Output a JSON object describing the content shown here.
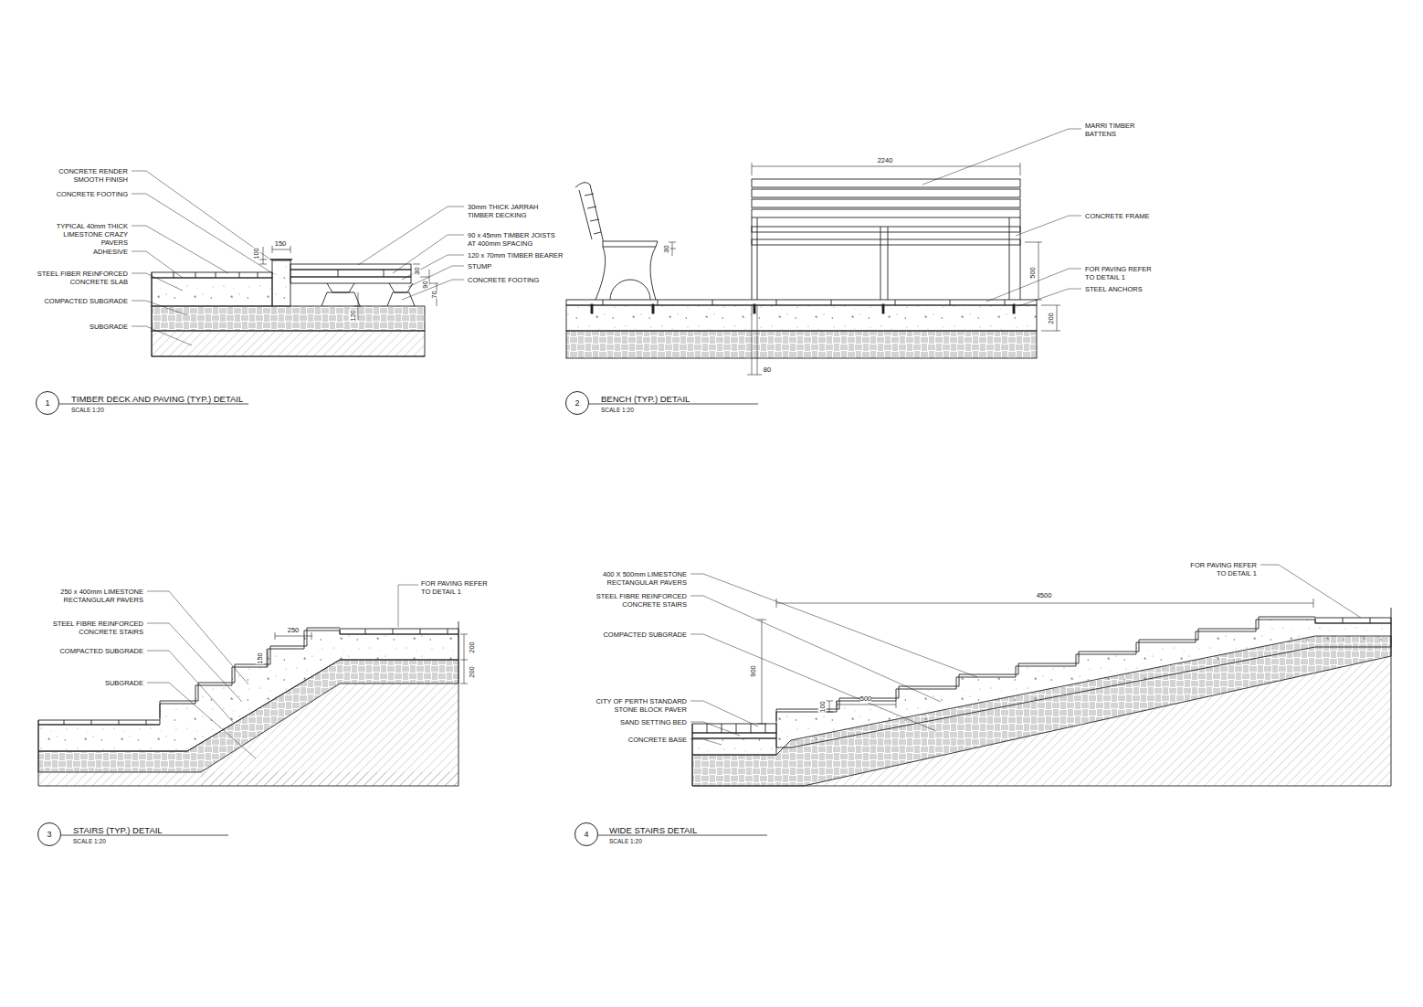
{
  "diagram": {
    "nodes": [
      {
        "text": [
          "1"
        ]
      },
      {
        "text": [
          "2"
        ]
      },
      {
        "text": [
          "3"
        ]
      },
      {
        "text": [
          "4"
        ]
      }
    ],
    "labels": [
      "CONCRETE RENDER SMOOTH FINISH",
      "CONCRETE FOOTING",
      "TYPICAL 40mm THICK LIMESTONE CRAZY PAVERS",
      "ADHESIVE",
      "STEEL FIBER REINFORCED CONCRETE SLAB",
      "COMPACTED SUBGRADE",
      "SUBGRADE",
      "30mm THICK JARRAH TIMBER DECKING",
      "90 x 45mm TIMBER JOISTS AT 400mm SPACING",
      "120 x 70mm TIMBER BEARER",
      "STUMP",
      "CONCRETE FOOTING",
      "100",
      "150",
      "30",
      "90",
      "70",
      "120",
      "TIMBER DECK AND PAVING (TYP.) DETAIL",
      "SCALE 1:20",
      "MARRI TIMBER BATTENS",
      "2240",
      "CONCRETE FRAME",
      "30",
      "500",
      "FOR PAVING REFER TO DETAIL 1",
      "STEEL ANCHORS",
      "200",
      "80",
      "BENCH (TYP.) DETAIL",
      "SCALE 1:20",
      "250 x 400mm LIMESTONE RECTANGULAR PAVERS",
      "STEEL FIBRE REINFORCED CONCRETE STAIRS",
      "COMPACTED SUBGRADE",
      "SUBGRADE",
      "FOR PAVING REFER TO DETAIL 1",
      "250",
      "150",
      "200",
      "200",
      "STAIRS (TYP.) DETAIL",
      "SCALE 1:20",
      "400 X 500mm LIMESTONE RECTANGULAR PAVERS",
      "STEEL FIBRE REINFORCED CONCRETE STAIRS",
      "COMPACTED SUBGRADE",
      "CITY OF PERTH STANDARD STONE BLOCK PAVER",
      "SAND SETTING BED",
      "CONCRETE BASE",
      "FOR PAVING REFER TO DETAIL 1",
      "4500",
      "900",
      "500",
      "100",
      "WIDE STAIRS DETAIL",
      "SCALE 1:20"
    ]
  }
}
